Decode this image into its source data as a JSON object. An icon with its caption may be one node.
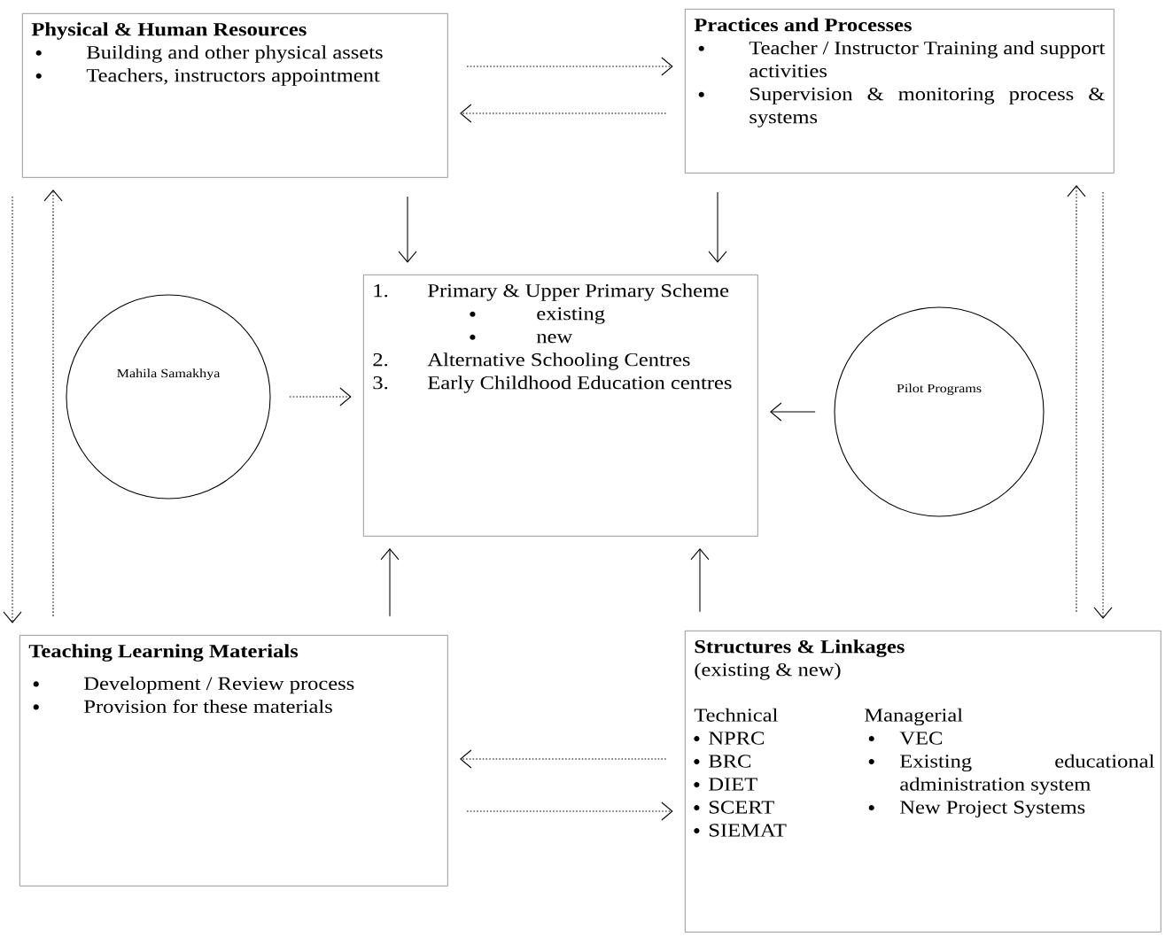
{
  "diagram": {
    "nodes": [
      {
        "text": [
          "Physical & Human Resources",
          "Building and other physical assets",
          "Teachers, instructors appointment"
        ]
      },
      {
        "text": [
          "Practices and Processes",
          "Teacher / Instructor Training and support activities",
          "Supervision & monitoring process & systems"
        ]
      },
      {
        "text": [
          "1.",
          "Primary & Upper Primary Scheme",
          "existing",
          "new",
          "2.",
          "Alternative Schooling Centres",
          "3.",
          "Early Childhood Education centres"
        ]
      },
      {
        "text": [
          "Mahila Samakhya"
        ]
      },
      {
        "text": [
          "Pilot Programs"
        ]
      },
      {
        "text": [
          "Teaching Learning Materials",
          "Development / Review process",
          "Provision for these materials"
        ]
      },
      {
        "text": [
          "Structures & Linkages",
          "(existing & new)",
          "Technical",
          "NPRC",
          "BRC",
          "DIET",
          "SCERT",
          "SIEMAT",
          "Managerial",
          "VEC",
          "Existing educational administration system",
          "New Project Systems"
        ]
      }
    ],
    "edges": [
      {
        "from": 0,
        "to": 1,
        "arrow": "to",
        "style": "dashed"
      },
      {
        "from": 1,
        "to": 0,
        "arrow": "to",
        "style": "dashed"
      },
      {
        "from": 0,
        "to": 2,
        "arrow": "to"
      },
      {
        "from": 1,
        "to": 2,
        "arrow": "to"
      },
      {
        "from": 3,
        "to": 2,
        "arrow": "to",
        "style": "dashed"
      },
      {
        "from": 4,
        "to": 2,
        "arrow": "to"
      },
      {
        "from": 5,
        "to": 2,
        "arrow": "to"
      },
      {
        "from": 6,
        "to": 2,
        "arrow": "to"
      },
      {
        "from": 6,
        "to": 5,
        "arrow": "to",
        "style": "dashed"
      },
      {
        "from": 5,
        "to": 6,
        "arrow": "to",
        "style": "dashed"
      },
      {
        "from": 5,
        "to": 0,
        "arrow": "to",
        "style": "dashed"
      },
      {
        "from": 0,
        "to": 5,
        "arrow": "to",
        "style": "dashed"
      },
      {
        "from": 6,
        "to": 1,
        "arrow": "to",
        "style": "dashed"
      },
      {
        "from": 1,
        "to": 6,
        "arrow": "to",
        "style": "dashed"
      }
    ]
  }
}
